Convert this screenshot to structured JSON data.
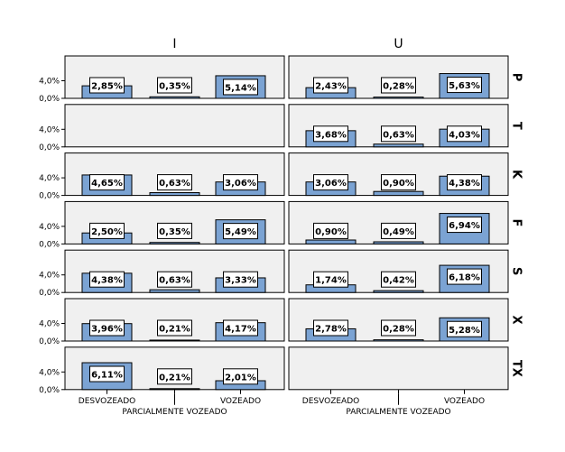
{
  "chart_data": {
    "type": "bar",
    "columns": [
      "I",
      "U"
    ],
    "rows": [
      "P",
      "T",
      "K",
      "F",
      "S",
      "X",
      "TX"
    ],
    "categories": [
      "DESVOZEADO",
      "PARCIALMENTE VOZEADO",
      "VOZEADO"
    ],
    "y_ticks": [
      "0,0%",
      "4,0%"
    ],
    "ylim": [
      0,
      8
    ],
    "grid": false,
    "colors": {
      "bar": "#7ba3d3",
      "panel": "#f0f0f0"
    },
    "panels": [
      {
        "row": "P",
        "col": "I",
        "values": [
          2.85,
          0.35,
          5.14
        ],
        "labels": [
          "2,85%",
          "0,35%",
          "5,14%"
        ]
      },
      {
        "row": "P",
        "col": "U",
        "values": [
          2.43,
          0.28,
          5.63
        ],
        "labels": [
          "2,43%",
          "0,28%",
          "5,63%"
        ]
      },
      {
        "row": "T",
        "col": "I",
        "values": [],
        "labels": []
      },
      {
        "row": "T",
        "col": "U",
        "values": [
          3.68,
          0.63,
          4.03
        ],
        "labels": [
          "3,68%",
          "0,63%",
          "4,03%"
        ]
      },
      {
        "row": "K",
        "col": "I",
        "values": [
          4.65,
          0.63,
          3.06
        ],
        "labels": [
          "4,65%",
          "0,63%",
          "3,06%"
        ]
      },
      {
        "row": "K",
        "col": "U",
        "values": [
          3.06,
          0.9,
          4.38
        ],
        "labels": [
          "3,06%",
          "0,90%",
          "4,38%"
        ]
      },
      {
        "row": "F",
        "col": "I",
        "values": [
          2.5,
          0.35,
          5.49
        ],
        "labels": [
          "2,50%",
          "0,35%",
          "5,49%"
        ]
      },
      {
        "row": "F",
        "col": "U",
        "values": [
          0.9,
          0.49,
          6.94
        ],
        "labels": [
          "0,90%",
          "0,49%",
          "6,94%"
        ]
      },
      {
        "row": "S",
        "col": "I",
        "values": [
          4.38,
          0.63,
          3.33
        ],
        "labels": [
          "4,38%",
          "0,63%",
          "3,33%"
        ]
      },
      {
        "row": "S",
        "col": "U",
        "values": [
          1.74,
          0.42,
          6.18
        ],
        "labels": [
          "1,74%",
          "0,42%",
          "6,18%"
        ]
      },
      {
        "row": "X",
        "col": "I",
        "values": [
          3.96,
          0.21,
          4.17
        ],
        "labels": [
          "3,96%",
          "0,21%",
          "4,17%"
        ]
      },
      {
        "row": "X",
        "col": "U",
        "values": [
          2.78,
          0.28,
          5.28
        ],
        "labels": [
          "2,78%",
          "0,28%",
          "5,28%"
        ]
      },
      {
        "row": "TX",
        "col": "I",
        "values": [
          6.11,
          0.21,
          2.01
        ],
        "labels": [
          "6,11%",
          "0,21%",
          "2,01%"
        ]
      },
      {
        "row": "TX",
        "col": "U",
        "values": [],
        "labels": []
      }
    ]
  }
}
